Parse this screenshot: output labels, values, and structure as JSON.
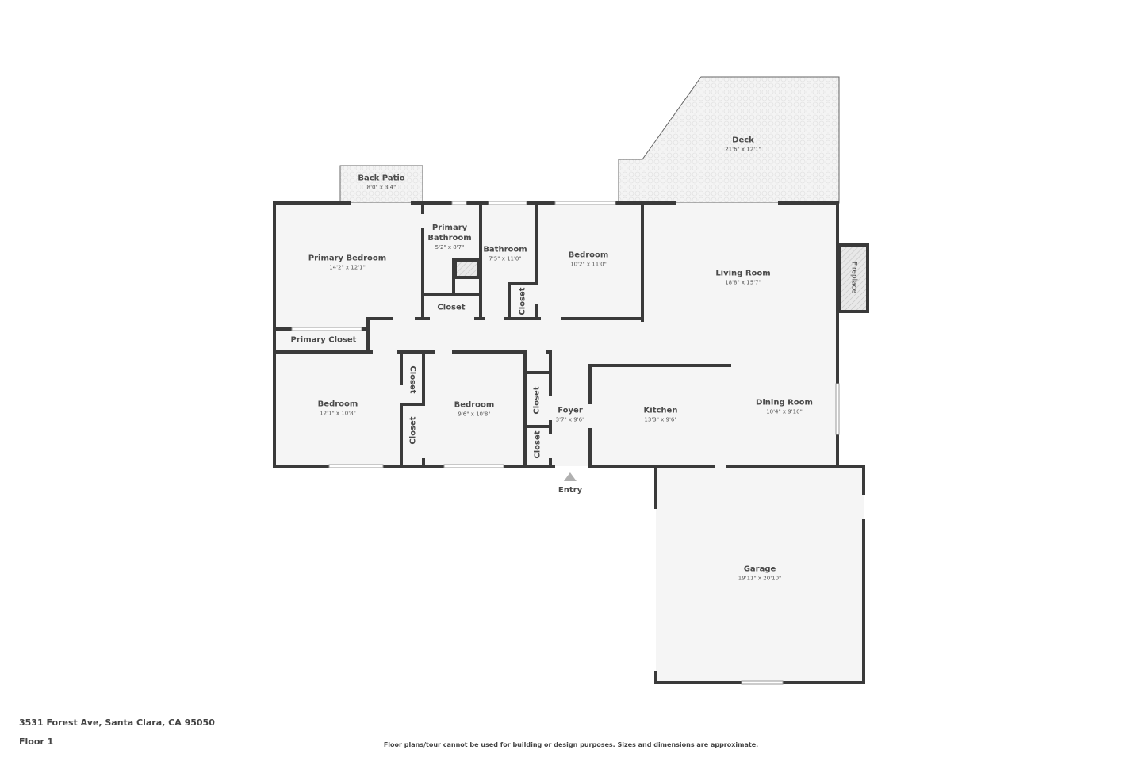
{
  "colors": {
    "wall": "#3a3a3a",
    "floor": "#f5f5f5",
    "outdoor": "#f0f0f0",
    "text": "#4a4a4a",
    "entry_arrow": "#b0b0b0"
  },
  "rooms": {
    "back_patio": {
      "name": "Back Patio",
      "dims": "8'0\" x 3'4\""
    },
    "deck": {
      "name": "Deck",
      "dims": "21'6\" x 12'1\""
    },
    "primary_bedroom": {
      "name": "Primary Bedroom",
      "dims": "14'2\" x 12'1\""
    },
    "primary_bathroom": {
      "name_line1": "Primary",
      "name_line2": "Bathroom",
      "dims": "5'2\" x 8'7\""
    },
    "bathroom": {
      "name": "Bathroom",
      "dims": "7'5\" x 11'0\""
    },
    "bedroom_top": {
      "name": "Bedroom",
      "dims": "10'2\" x 11'0\""
    },
    "living_room": {
      "name": "Living Room",
      "dims": "18'8\" x 15'7\""
    },
    "fireplace": {
      "name": "Fireplace"
    },
    "closet_primary_bath": {
      "name": "Closet"
    },
    "closet_bathroom": {
      "name": "Closet"
    },
    "primary_closet": {
      "name": "Primary Closet"
    },
    "bedroom_left": {
      "name": "Bedroom",
      "dims": "12'1\" x 10'8\""
    },
    "closet_left_upper": {
      "name": "Closet"
    },
    "closet_left_lower": {
      "name": "Closet"
    },
    "bedroom_mid": {
      "name": "Bedroom",
      "dims": "9'6\" x 10'8\""
    },
    "closet_foyer_upper": {
      "name": "Closet"
    },
    "closet_foyer_lower": {
      "name": "Closet"
    },
    "foyer": {
      "name": "Foyer",
      "dims": "3'7\" x 9'6\""
    },
    "kitchen": {
      "name": "Kitchen",
      "dims": "13'3\" x 9'6\""
    },
    "dining_room": {
      "name": "Dining Room",
      "dims": "10'4\" x 9'10\""
    },
    "garage": {
      "name": "Garage",
      "dims": "19'11\" x 20'10\""
    }
  },
  "entry": {
    "label": "Entry"
  },
  "footer": {
    "address": "3531 Forest Ave, Santa Clara, CA 95050",
    "floor": "Floor 1",
    "disclaimer": "Floor plans/tour cannot be used for building or design purposes. Sizes and dimensions are approximate."
  }
}
